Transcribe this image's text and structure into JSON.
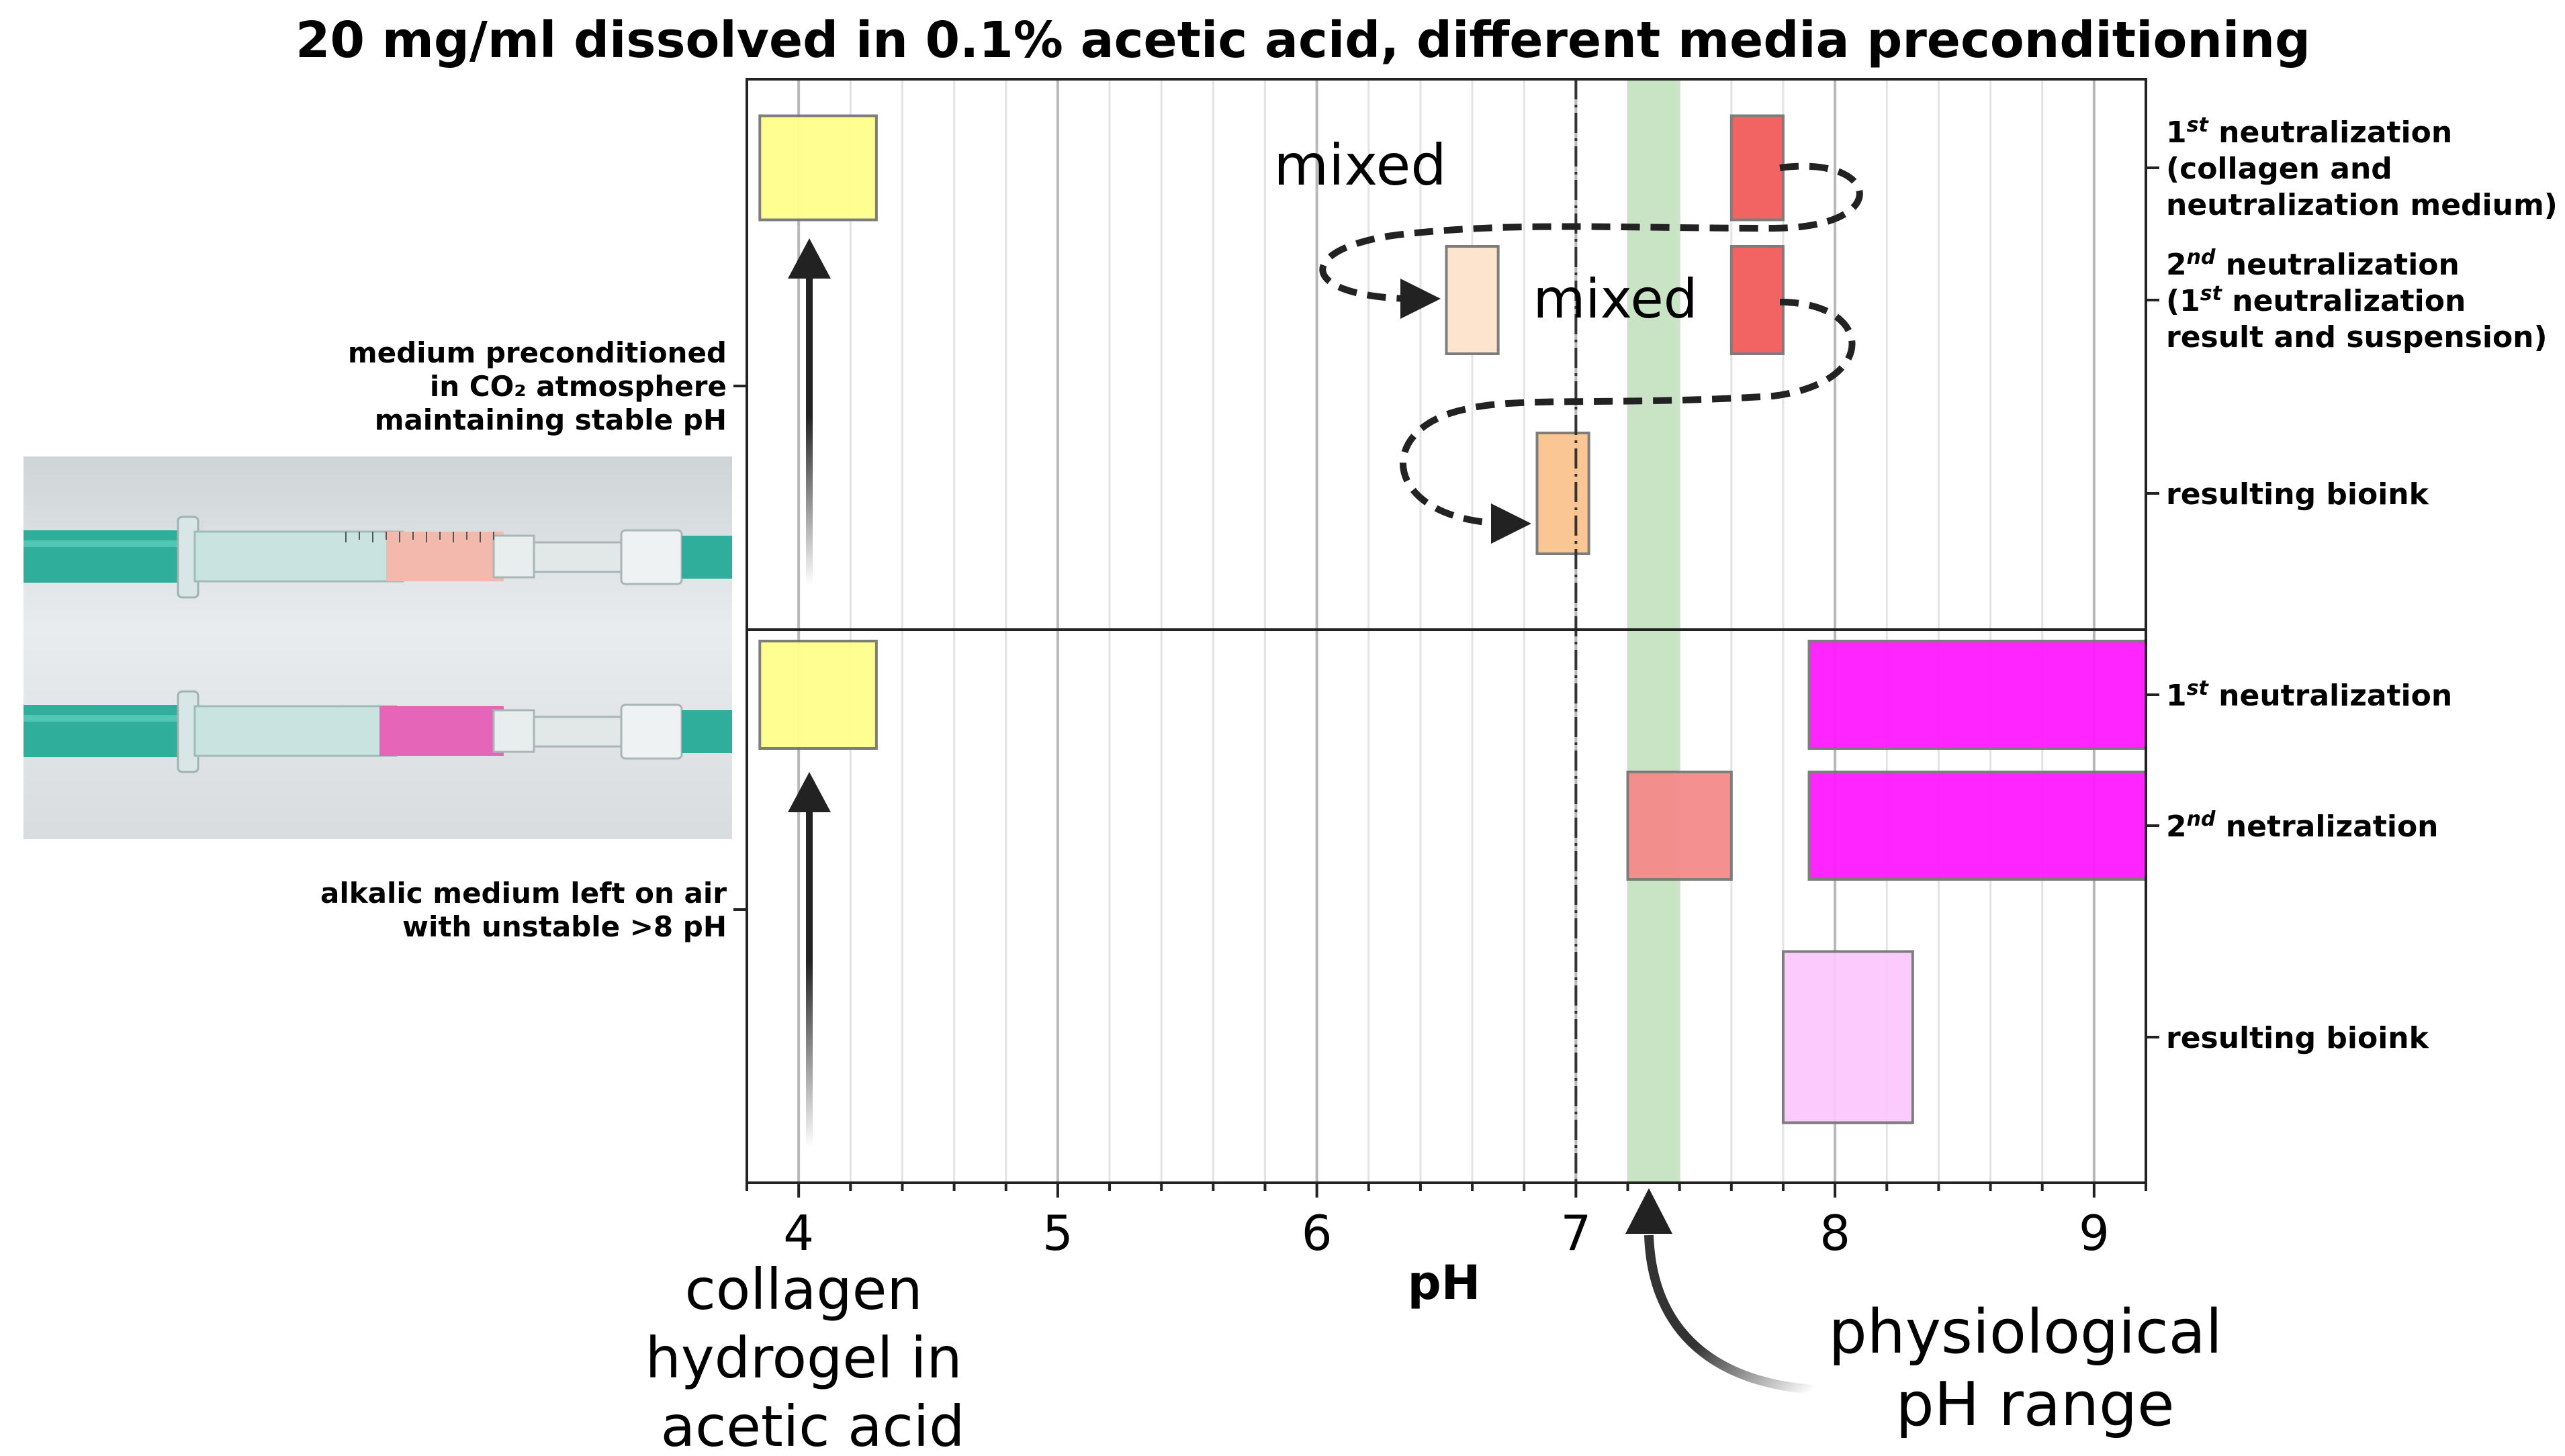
{
  "chart_data": {
    "type": "bar",
    "title": "20 mg/ml dissolved in 0.1% acetic acid, different media preconditioning",
    "xlabel": "pH",
    "xlim": [
      3.8,
      9.2
    ],
    "xticks": [
      4,
      5,
      6,
      7,
      8,
      9
    ],
    "grid": true,
    "vline": 7.0,
    "physiological_range": {
      "range": [
        7.2,
        7.4
      ],
      "color": "#c9e4c5"
    },
    "panels": [
      {
        "group_label": [
          "medium preconditioned",
          "in CO₂ atmosphere",
          "maintaining stable pH"
        ],
        "row_labels": [
          [
            "1st neutralization",
            "(collagen and",
            "neutralization medium)"
          ],
          [
            "2nd neutralization",
            "(1st neutralization",
            "result and suspension)"
          ],
          [
            "resulting bioink"
          ]
        ],
        "bars": [
          {
            "x0": 3.85,
            "x1": 4.3,
            "row": 0,
            "color": "#ffff8c"
          },
          {
            "x0": 7.6,
            "x1": 7.8,
            "row": 0,
            "color": "#f25c5c"
          },
          {
            "x0": 6.5,
            "x1": 6.7,
            "row": 1,
            "color": "#fde3cc"
          },
          {
            "x0": 7.6,
            "x1": 7.8,
            "row": 1,
            "color": "#f25c5c"
          },
          {
            "x0": 6.85,
            "x1": 7.05,
            "row": 2,
            "color": "#fac48e"
          }
        ]
      },
      {
        "group_label": [
          "alkalic medium left on air",
          "with unstable >8 pH"
        ],
        "row_labels": [
          [
            "1st neutralization"
          ],
          [
            "2nd netralization"
          ],
          [
            "resulting bioink"
          ]
        ],
        "bars": [
          {
            "x0": 3.85,
            "x1": 4.3,
            "row": 0,
            "color": "#ffff8c"
          },
          {
            "x0": 7.9,
            "x1": 9.2,
            "row": 0,
            "color": "#ff1aff"
          },
          {
            "x0": 7.2,
            "x1": 7.6,
            "row": 1,
            "color": "#f58b8b"
          },
          {
            "x0": 7.9,
            "x1": 9.2,
            "row": 1,
            "color": "#ff1aff"
          },
          {
            "x0": 7.8,
            "x1": 8.3,
            "row": 2,
            "color": "#fcc8fc"
          }
        ]
      }
    ],
    "annotations": {
      "mixed_1": "mixed",
      "mixed_2": "mixed",
      "collagen": [
        "collagen",
        "hydrogel in",
        "acetic acid"
      ],
      "physiological": [
        "physiological",
        "pH range"
      ]
    }
  }
}
